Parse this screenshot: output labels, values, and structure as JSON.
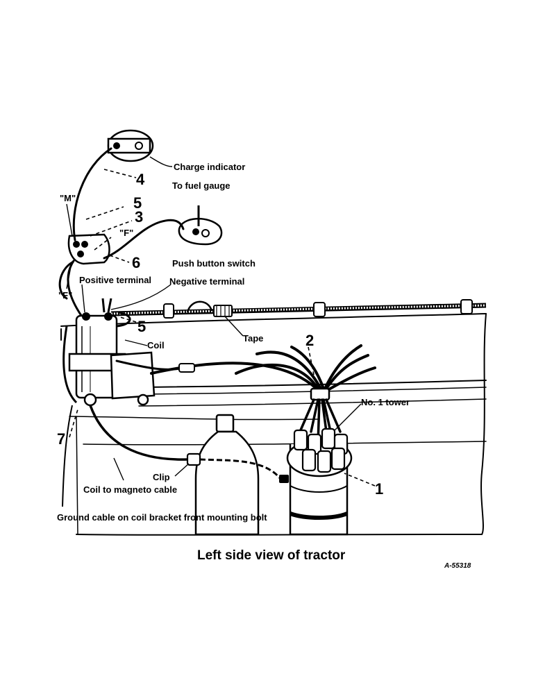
{
  "labels": {
    "charge_indicator": "Charge indicator",
    "to_fuel_gauge": "To fuel gauge",
    "m_terminal": "\"M\"",
    "f_terminal_upper": "\"F\"",
    "f_terminal_lower": "\"F\"",
    "push_button_switch": "Push button switch",
    "positive_terminal": "Positive terminal",
    "negative_terminal": "Negative terminal",
    "coil": "Coil",
    "tape": "Tape",
    "no1_tower": "No. 1 tower",
    "clip": "Clip",
    "coil_to_magneto_cable": "Coil to magneto cable",
    "ground_cable": "Ground cable on coil bracket front mounting bolt"
  },
  "numbers": {
    "n1": "1",
    "n2": "2",
    "n3": "3",
    "n4": "4",
    "n5_upper": "5",
    "n5_lower": "5",
    "n6": "6",
    "n7": "7"
  },
  "caption": "Left side view of tractor",
  "figure_code": "A-55318"
}
